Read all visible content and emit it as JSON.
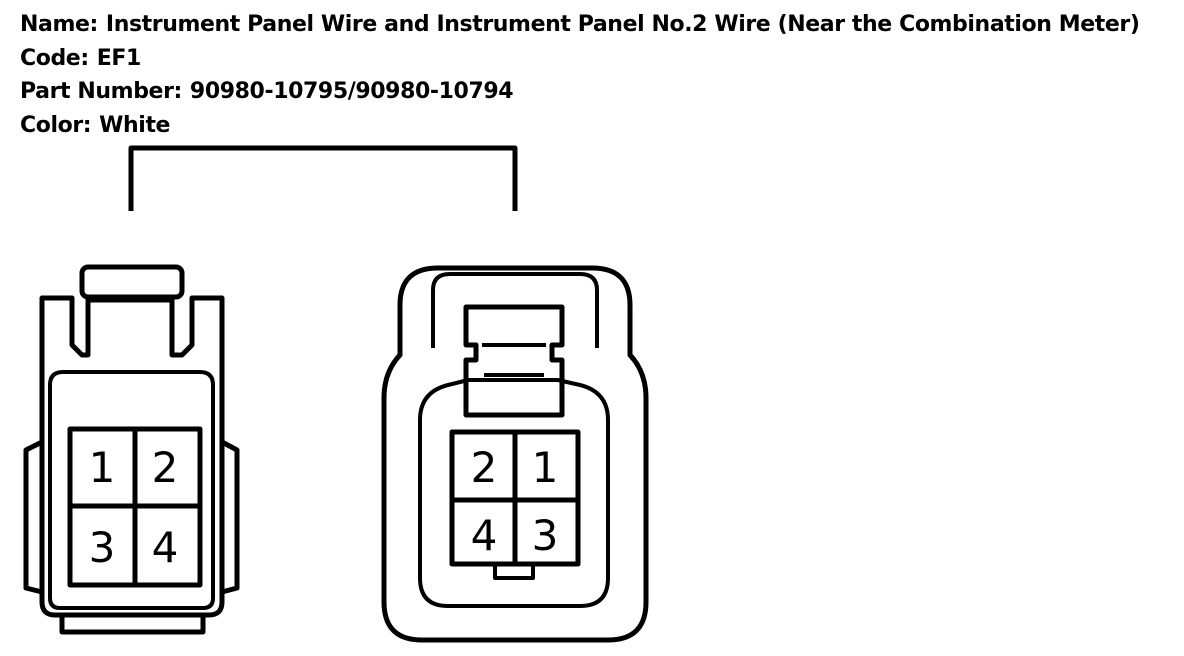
{
  "info": {
    "name_label": "Name:",
    "name_value": "Instrument Panel Wire and Instrument Panel No.2 Wire (Near the Combination Meter)",
    "code_label": "Code:",
    "code_value": "EF1",
    "part_label": "Part Number:",
    "part_value": "90980-10795/90980-10794",
    "color_label": "Color:",
    "color_value": "White"
  },
  "connector_left": {
    "pins": [
      "1",
      "2",
      "3",
      "4"
    ]
  },
  "connector_right": {
    "pins": [
      "2",
      "1",
      "4",
      "3"
    ]
  },
  "colors": {
    "line": "#000000",
    "background": "#ffffff"
  }
}
